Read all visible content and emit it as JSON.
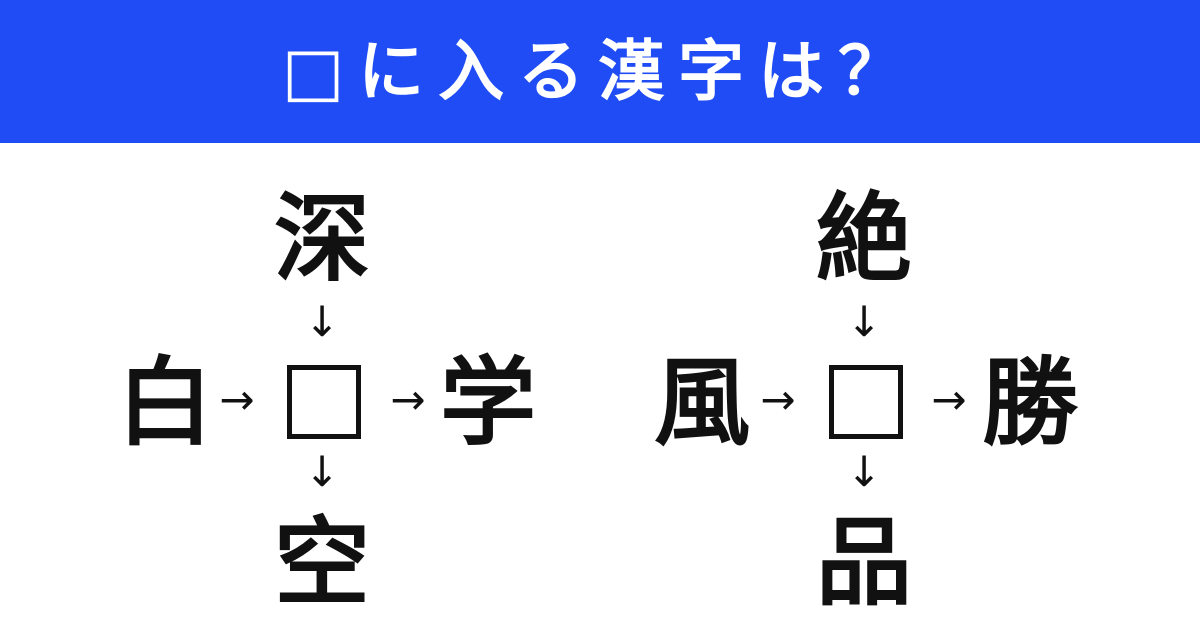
{
  "header": {
    "title": "□に入る漢字は？"
  },
  "colors": {
    "banner": "#1f4cf5",
    "text": "#111111"
  },
  "puzzles": [
    {
      "top": "深",
      "left": "白",
      "right": "学",
      "bottom": "空"
    },
    {
      "top": "絶",
      "left": "風",
      "right": "勝",
      "bottom": "品"
    }
  ],
  "arrows": {
    "down": "↓",
    "right": "→"
  }
}
